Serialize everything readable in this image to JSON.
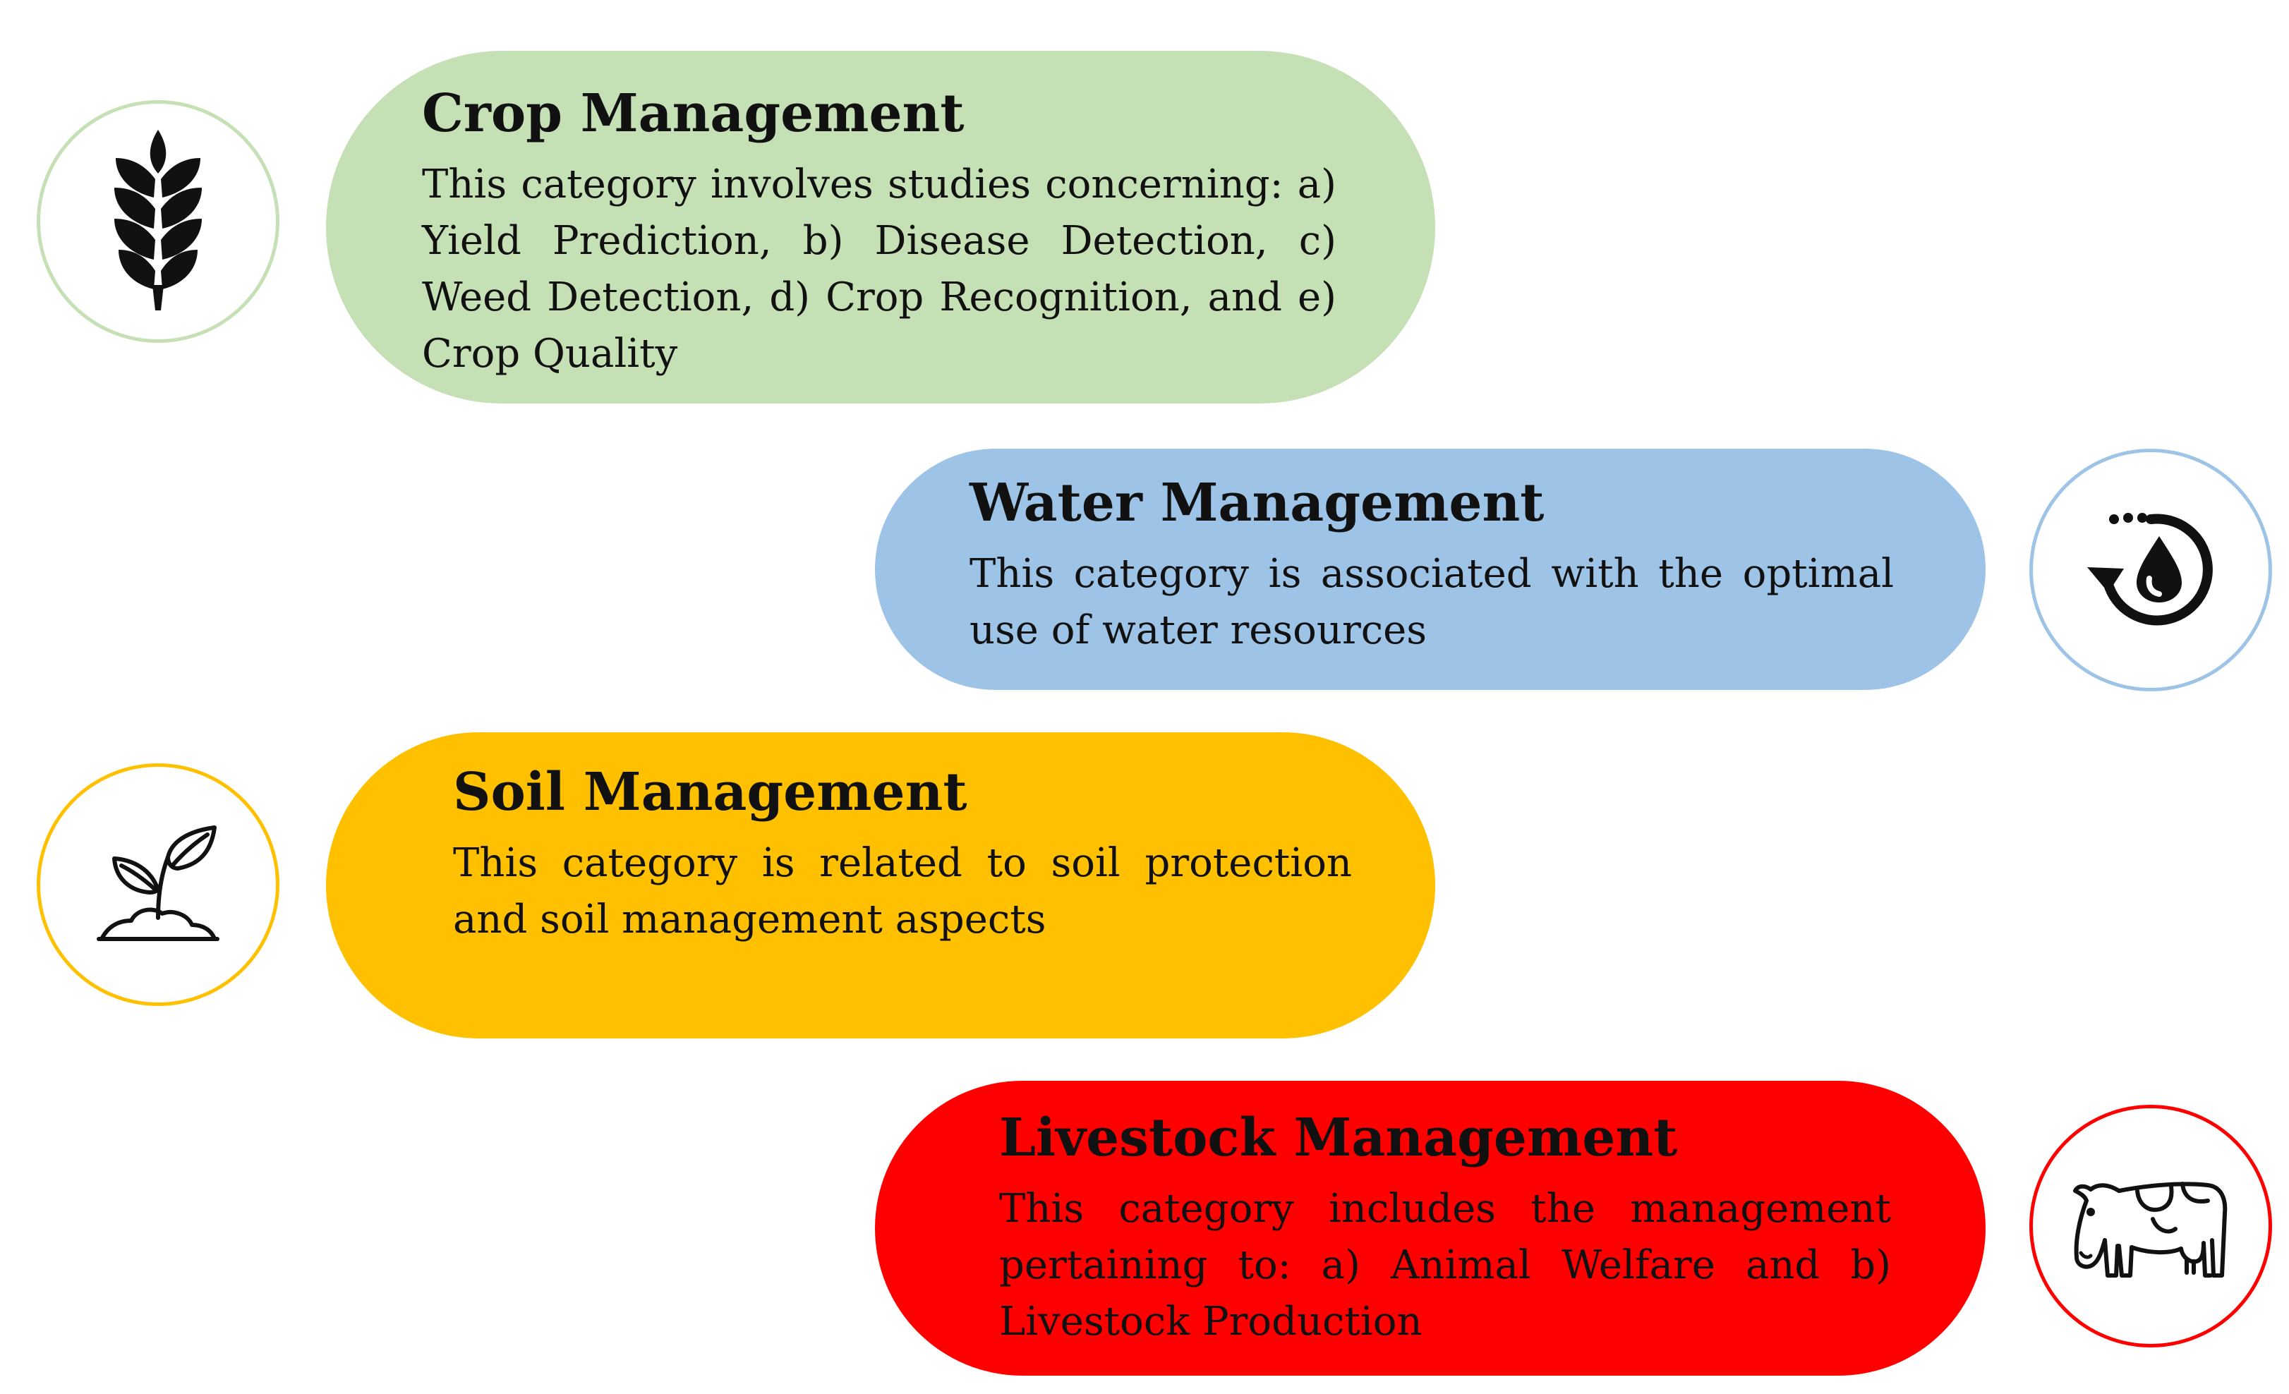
{
  "categories": [
    {
      "id": "crop",
      "title": "Crop Management",
      "description": "This category involves studies concerning: a) Yield Prediction, b) Disease Detection, c) Weed Detection, d) Crop Recognition, and e) Crop Quality",
      "icon": "wheat-icon",
      "color": "#c5e0b4"
    },
    {
      "id": "water",
      "title": "Water Management",
      "description": "This category is associated with the optimal use of water resources",
      "icon": "water-drop-cycle-icon",
      "color": "#9dc3e6"
    },
    {
      "id": "soil",
      "title": "Soil Management",
      "description": "This category is related to soil protection and soil management aspects",
      "icon": "sprout-icon",
      "color": "#ffc000"
    },
    {
      "id": "livestock",
      "title": "Livestock Management",
      "description": "This category includes the management pertaining to: a) Animal Welfare and b) Livestock Production",
      "icon": "cow-icon",
      "color": "#ff0000"
    }
  ]
}
